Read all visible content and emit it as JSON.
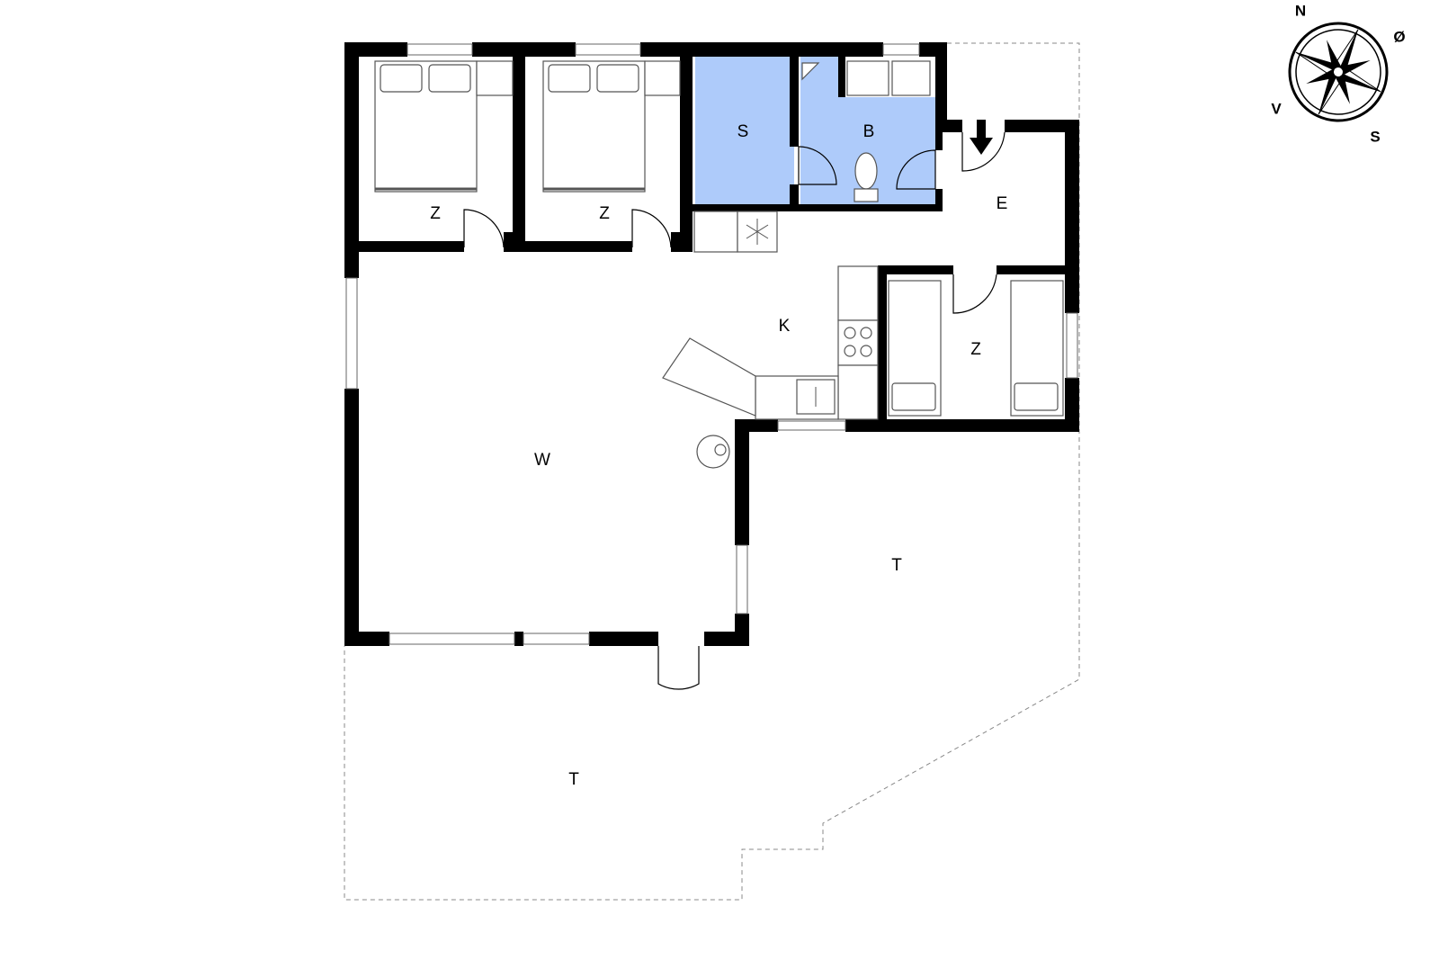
{
  "floor_plan": {
    "rooms": [
      {
        "id": "z1",
        "label": "Z"
      },
      {
        "id": "z2",
        "label": "Z"
      },
      {
        "id": "s",
        "label": "S"
      },
      {
        "id": "b",
        "label": "B"
      },
      {
        "id": "e",
        "label": "E"
      },
      {
        "id": "k",
        "label": "K"
      },
      {
        "id": "z3",
        "label": "Z"
      },
      {
        "id": "w",
        "label": "W"
      },
      {
        "id": "t1",
        "label": "T"
      },
      {
        "id": "t2",
        "label": "T"
      }
    ],
    "colors": {
      "wall": "#000000",
      "wet_room_fill": "#aecbfa",
      "terrace_outline": "#888888"
    }
  },
  "compass": {
    "north": "N",
    "east": "Ø",
    "south": "S",
    "west": "V"
  }
}
